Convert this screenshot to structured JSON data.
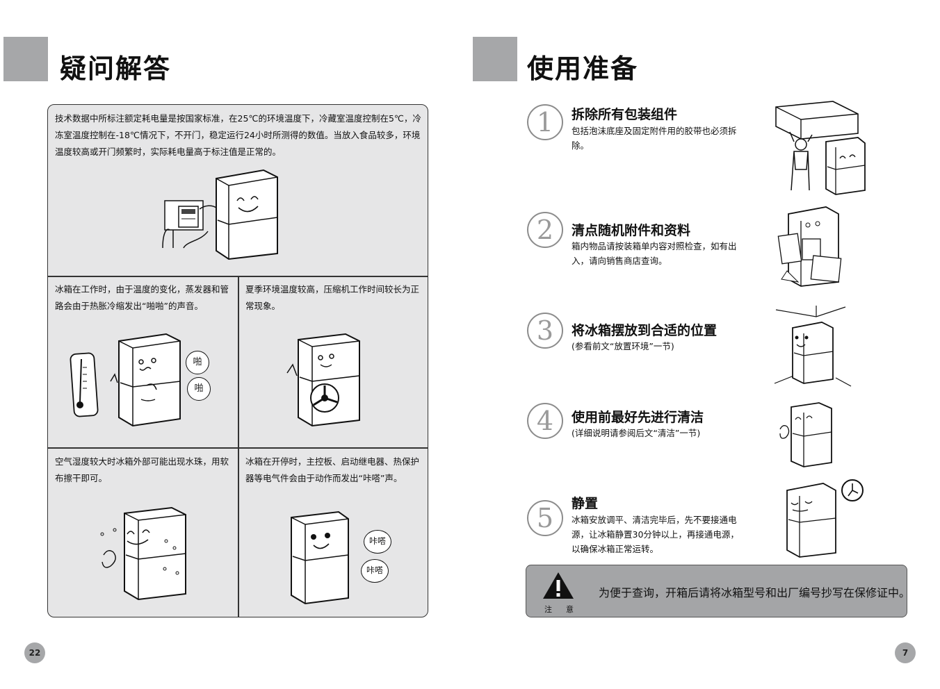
{
  "left_page": {
    "title": "疑问解答",
    "page_number": "22",
    "qa": [
      {
        "text": "技术数据中所标注额定耗电量是按国家标准，在25℃的环境温度下，冷藏室温度控制在5℃，冷冻室温度控制在-18℃情况下，不开门，稳定运行24小时所测得的数值。当放入食品较多，环境温度较高或开门频繁时，实际耗电量高于标注值是正常的。"
      },
      {
        "text": "冰箱在工作时，由于温度的变化，蒸发器和管路会由于热胀冷缩发出“啪啪”的声音。",
        "bubbles": [
          "啪",
          "啪"
        ]
      },
      {
        "text": "夏季环境温度较高，压缩机工作时间较长为正常现象。"
      },
      {
        "text": "空气湿度较大时冰箱外部可能出现水珠，用软布擦干即可。"
      },
      {
        "text": "冰箱在开停时，主控板、启动继电器、热保护器等电气件会由于动作而发出“咔嗒”声。",
        "bubbles": [
          "咔嗒",
          "咔嗒"
        ]
      }
    ]
  },
  "right_page": {
    "title": "使用准备",
    "page_number": "7",
    "steps": [
      {
        "num": "1",
        "title": "拆除所有包装组件",
        "desc": "包括泡沫底座及固定附件用的胶带也必须拆除。"
      },
      {
        "num": "2",
        "title": "清点随机附件和资料",
        "desc": "箱内物品请按装箱单内容对照检查，如有出入，请向销售商店查询。"
      },
      {
        "num": "3",
        "title": "将冰箱摆放到合适的位置",
        "desc": "(参看前文“放置环境”一节)"
      },
      {
        "num": "4",
        "title": "使用前最好先进行清洁",
        "desc": "(详细说明请参阅后文“清洁”一节)"
      },
      {
        "num": "5",
        "title": "静置",
        "desc": "冰箱安放调平、清洁完毕后，先不要接通电源，让冰箱静置30分钟以上，再接通电源，以确保冰箱正常运转。"
      }
    ],
    "notice": {
      "label": "注意",
      "text": "为便于查询，开箱后请将冰箱型号和出厂编号抄写在保修证中。"
    }
  }
}
